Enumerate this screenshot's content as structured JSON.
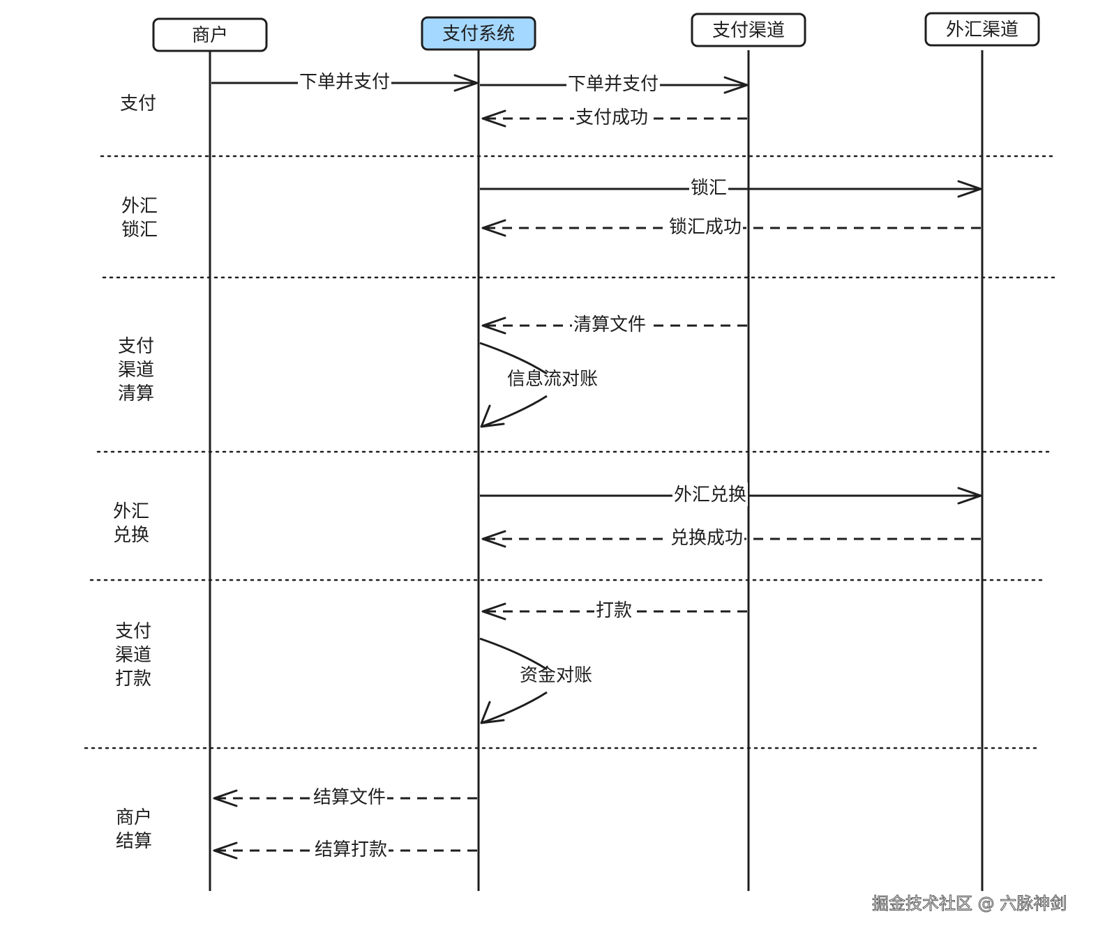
{
  "actors": [
    {
      "name": "商户",
      "highlight": false
    },
    {
      "name": "支付系统",
      "highlight": true
    },
    {
      "name": "支付渠道",
      "highlight": false
    },
    {
      "name": "外汇渠道",
      "highlight": false
    }
  ],
  "colors": {
    "stroke": "#1e1e1e",
    "highlight_fill": "#a5d8ff",
    "background": "#ffffff"
  },
  "sections": [
    {
      "label": "支付"
    },
    {
      "label": "外汇\n锁汇"
    },
    {
      "label": "支付\n渠道\n清算"
    },
    {
      "label": "外汇\n兑换"
    },
    {
      "label": "支付\n渠道\n打款"
    },
    {
      "label": "商户\n结算"
    }
  ],
  "messages": [
    {
      "label": "下单并支付",
      "from": 0,
      "to": 1,
      "style": "solid"
    },
    {
      "label": "下单并支付",
      "from": 1,
      "to": 2,
      "style": "solid"
    },
    {
      "label": "支付成功",
      "from": 2,
      "to": 1,
      "style": "dashed"
    },
    {
      "label": "锁汇",
      "from": 1,
      "to": 3,
      "style": "solid"
    },
    {
      "label": "锁汇成功",
      "from": 3,
      "to": 1,
      "style": "dashed"
    },
    {
      "label": "清算文件",
      "from": 2,
      "to": 1,
      "style": "dashed"
    },
    {
      "label": "信息流对账",
      "from": 1,
      "to": 1,
      "style": "self"
    },
    {
      "label": "外汇兑换",
      "from": 1,
      "to": 3,
      "style": "solid"
    },
    {
      "label": "兑换成功",
      "from": 3,
      "to": 1,
      "style": "dashed"
    },
    {
      "label": "打款",
      "from": 2,
      "to": 1,
      "style": "dashed"
    },
    {
      "label": "资金对账",
      "from": 1,
      "to": 1,
      "style": "self"
    },
    {
      "label": "结算文件",
      "from": 1,
      "to": 0,
      "style": "dashed"
    },
    {
      "label": "结算打款",
      "from": 1,
      "to": 0,
      "style": "dashed"
    }
  ],
  "watermark": "掘金技术社区 @ 六脉神剑"
}
